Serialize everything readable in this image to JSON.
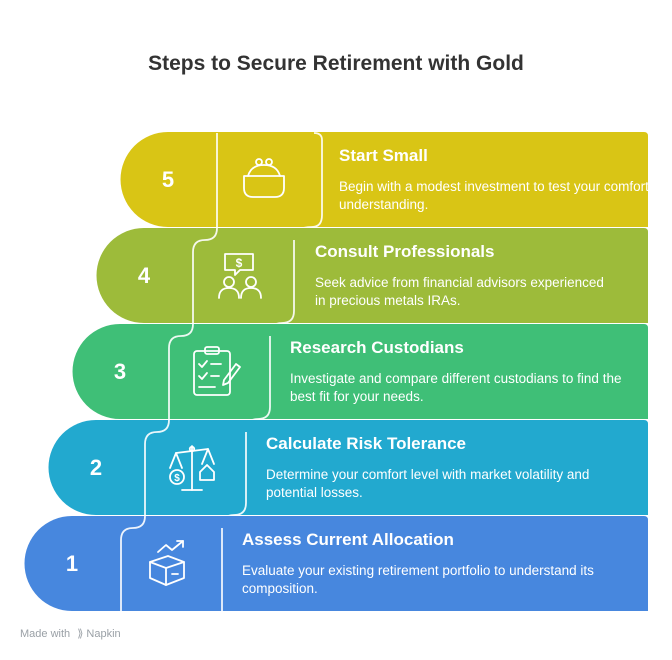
{
  "title": "Steps to Secure Retirement with Gold",
  "steps": [
    {
      "number": "5",
      "title": "Start Small",
      "description": "Begin with a modest investment to test your comfort and understanding.",
      "icon": "coin-purse-icon",
      "color": "#d9c515"
    },
    {
      "number": "4",
      "title": "Consult Professionals",
      "description": "Seek advice from financial advisors experienced in precious metals IRAs.",
      "icon": "advisors-icon",
      "color": "#9dbb3a"
    },
    {
      "number": "3",
      "title": "Research Custodians",
      "description": "Investigate and compare different custodians to find the best fit for your needs.",
      "icon": "clipboard-checklist-icon",
      "color": "#3fbf77"
    },
    {
      "number": "2",
      "title": "Calculate Risk Tolerance",
      "description": "Determine your comfort level with market volatility and potential losses.",
      "icon": "balance-scale-icon",
      "color": "#22a9cf"
    },
    {
      "number": "1",
      "title": "Assess Current Allocation",
      "description": "Evaluate your existing retirement portfolio to understand its composition.",
      "icon": "box-growth-icon",
      "color": "#4787de"
    }
  ],
  "watermark": {
    "prefix": "Made with",
    "brand": "Napkin"
  }
}
